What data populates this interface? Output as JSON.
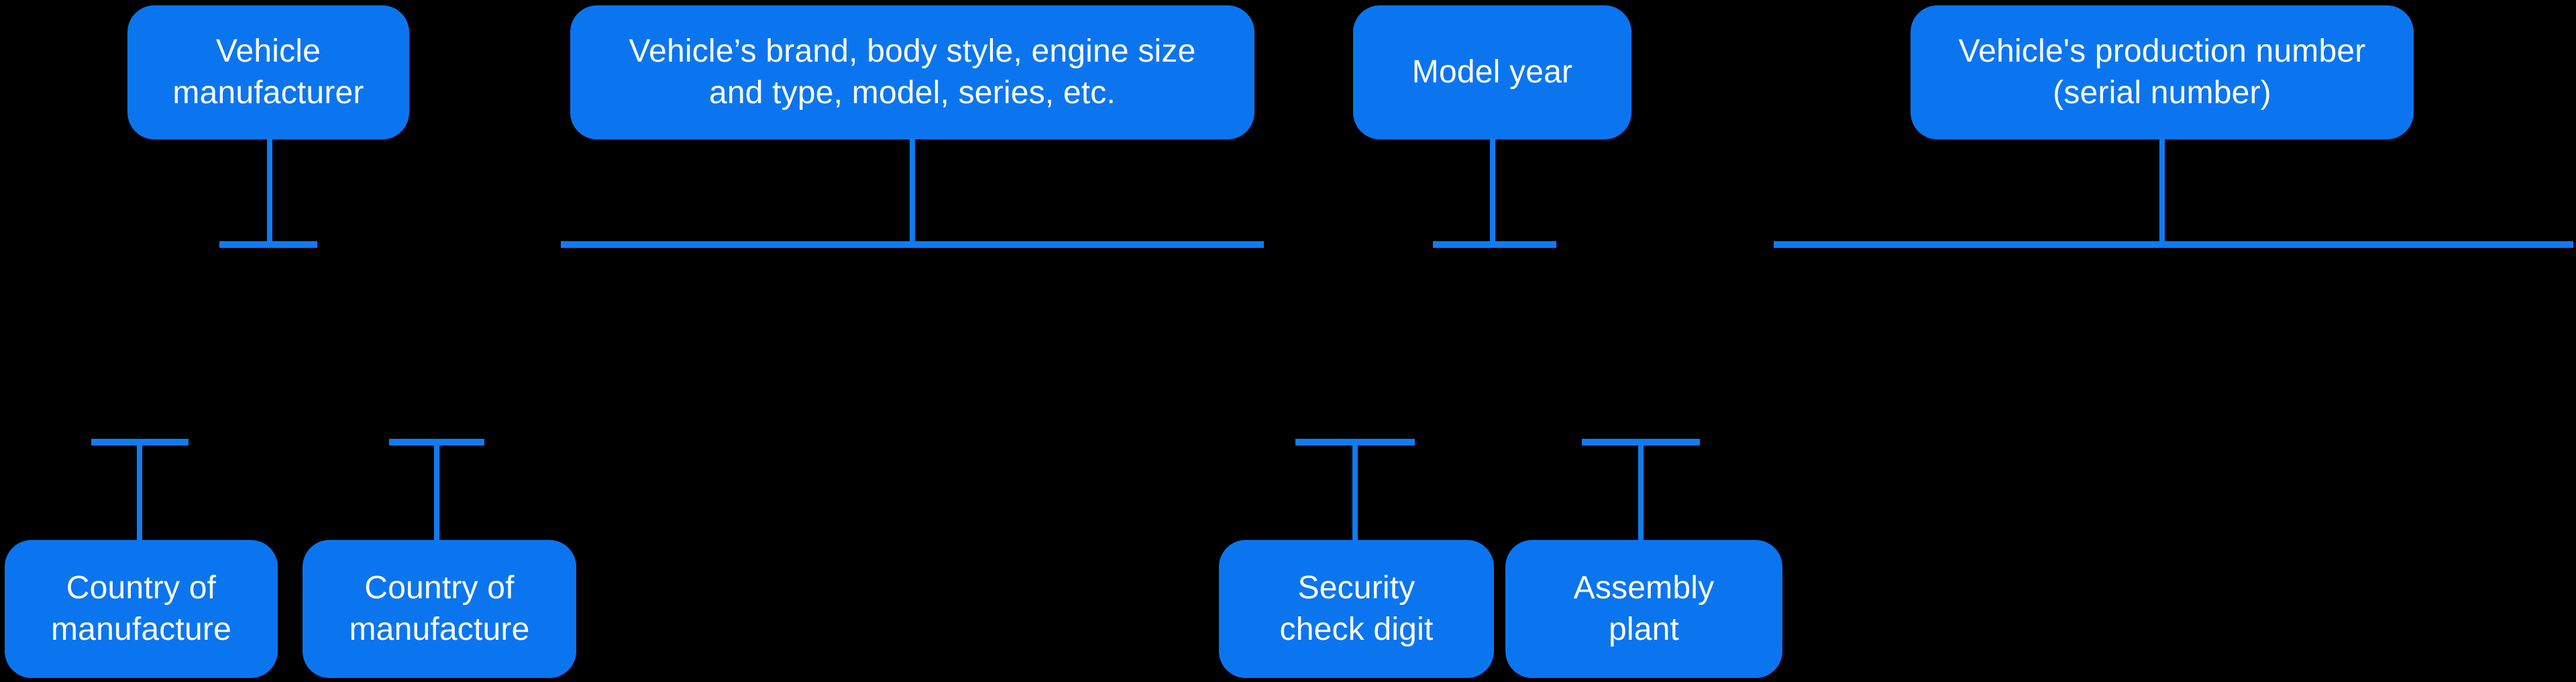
{
  "diagram": {
    "colors": {
      "background": "#000000",
      "box_fill": "#0B75F0",
      "connector": "#0E7CF4",
      "text": "#FFFFFF"
    },
    "nodes": {
      "vehicle_manufacturer": {
        "label": "Vehicle\nmanufacturer"
      },
      "vehicle_attributes": {
        "label": "Vehicle’s brand, body style, engine size\nand type, model, series, etc."
      },
      "model_year": {
        "label": "Model year"
      },
      "production_number": {
        "label": "Vehicle's production number\n(serial number)"
      },
      "country_of_manufacture_1": {
        "label": "Country of\nmanufacture"
      },
      "country_of_manufacture_2": {
        "label": "Country of\nmanufacture"
      },
      "security_check_digit": {
        "label": "Security\ncheck digit"
      },
      "assembly_plant": {
        "label": "Assembly\nplant"
      }
    }
  }
}
